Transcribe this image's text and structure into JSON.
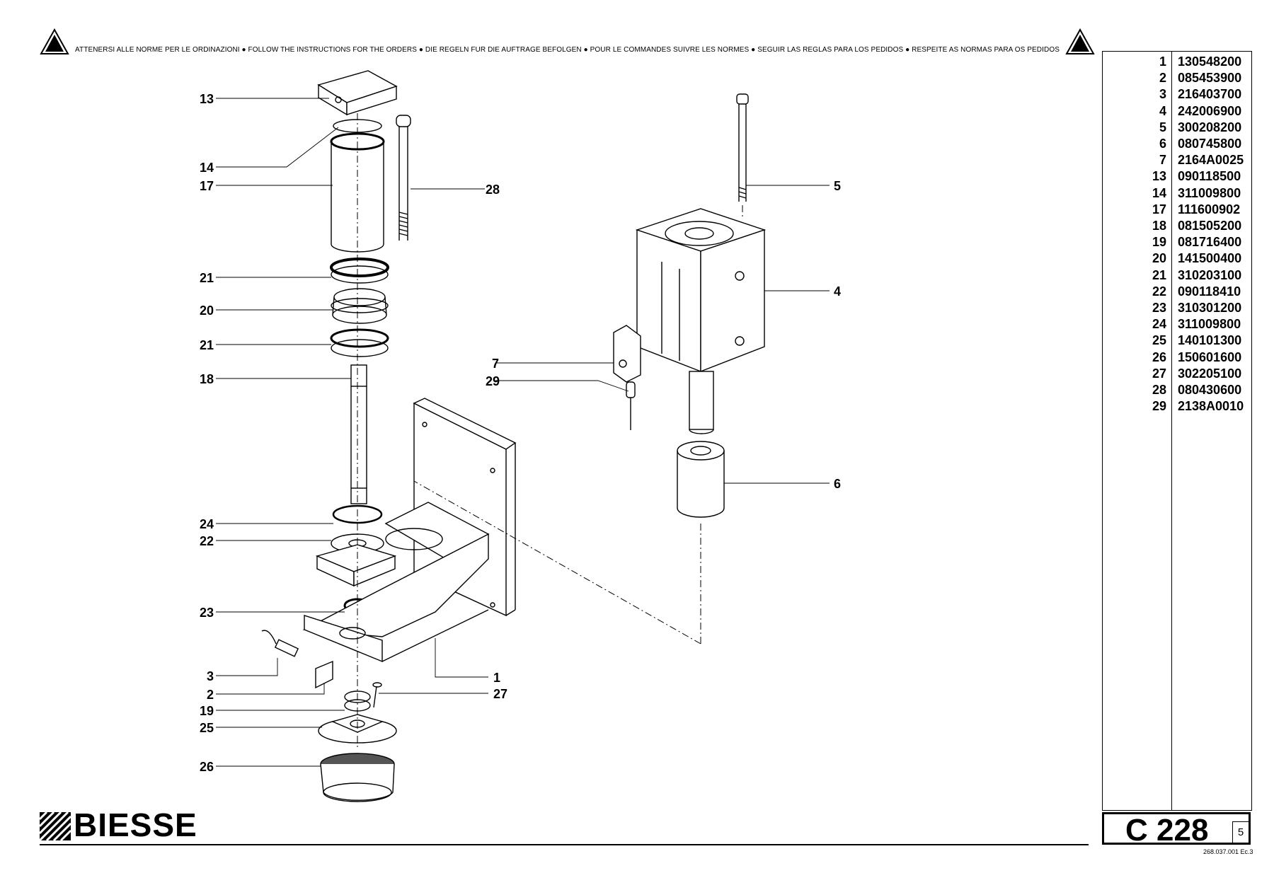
{
  "header": {
    "instructions": "ATTENERSI ALLE NORME PER LE ORDINAZIONI ● FOLLOW THE INSTRUCTIONS FOR THE ORDERS ● DIE REGELN FUR DIE AUFTRAGE BEFOLGEN ● POUR LE COMMANDES SUIVRE LES NORMES ● SEGUIR LAS REGLAS PARA LOS PEDIDOS ● RESPEITE AS NORMAS PARA OS PEDIDOS"
  },
  "callouts": [
    "13",
    "14",
    "17",
    "28",
    "21",
    "20",
    "21",
    "18",
    "24",
    "22",
    "23",
    "3",
    "2",
    "19",
    "25",
    "26",
    "1",
    "27",
    "7",
    "29",
    "5",
    "4",
    "6"
  ],
  "parts_list": [
    {
      "num": "1",
      "code": "130548200"
    },
    {
      "num": "2",
      "code": "085453900"
    },
    {
      "num": "3",
      "code": "216403700"
    },
    {
      "num": "4",
      "code": "242006900"
    },
    {
      "num": "5",
      "code": "300208200"
    },
    {
      "num": "6",
      "code": "080745800"
    },
    {
      "num": "7",
      "code": "2164A0025"
    },
    {
      "num": "13",
      "code": "090118500"
    },
    {
      "num": "14",
      "code": "311009800"
    },
    {
      "num": "17",
      "code": "111600902"
    },
    {
      "num": "18",
      "code": "081505200"
    },
    {
      "num": "19",
      "code": "081716400"
    },
    {
      "num": "20",
      "code": "141500400"
    },
    {
      "num": "21",
      "code": "310203100"
    },
    {
      "num": "22",
      "code": "090118410"
    },
    {
      "num": "23",
      "code": "310301200"
    },
    {
      "num": "24",
      "code": "311009800"
    },
    {
      "num": "25",
      "code": "140101300"
    },
    {
      "num": "26",
      "code": "150601600"
    },
    {
      "num": "27",
      "code": "302205100"
    },
    {
      "num": "28",
      "code": "080430600"
    },
    {
      "num": "29",
      "code": "2138A0010"
    }
  ],
  "title_block": {
    "code": "C 228",
    "page": "5",
    "doc_ref": "268.037.001 Ec.3"
  },
  "brand": {
    "name": "BIESSE"
  }
}
